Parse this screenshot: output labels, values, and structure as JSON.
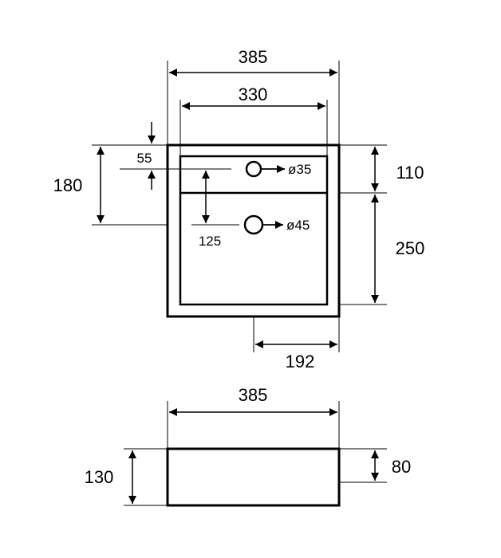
{
  "top_view": {
    "overall_width": "385",
    "inner_width": "330",
    "overall_depth": "180",
    "tap_hole_offset": "55",
    "rear_section": "110",
    "front_section": "250",
    "drain_offset": "125",
    "drain_center": "192",
    "tap_hole_diameter": "ø35",
    "drain_diameter": "ø45"
  },
  "side_view": {
    "overall_width": "385",
    "overall_height": "130",
    "bowl_depth": "80"
  },
  "colors": {
    "line": "#000000",
    "background": "#ffffff"
  }
}
